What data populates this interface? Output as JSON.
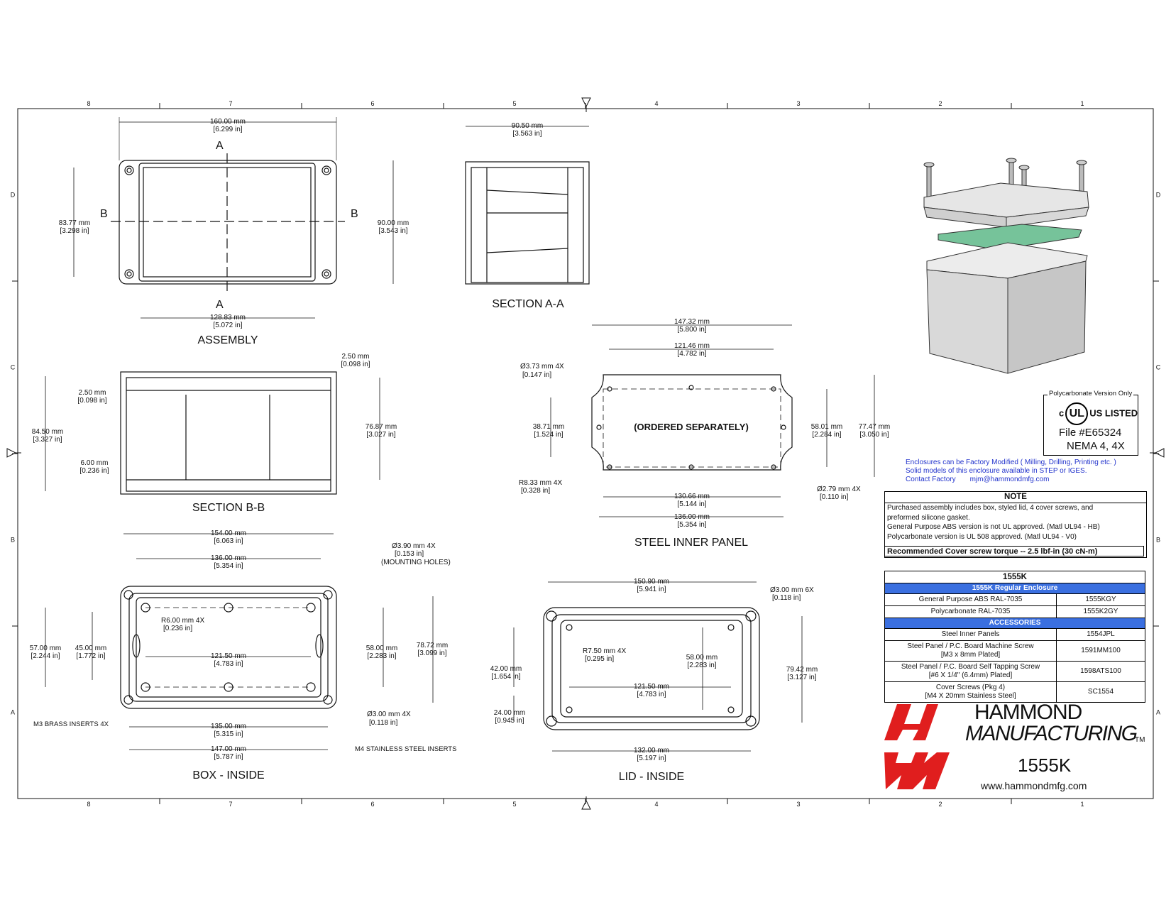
{
  "border": {
    "columns_top": [
      "8",
      "7",
      "6",
      "5",
      "4",
      "3",
      "2",
      "1"
    ],
    "columns_bottom": [
      "8",
      "7",
      "6",
      "5",
      "4",
      "3",
      "2",
      "1"
    ],
    "rows_left": [
      "D",
      "C",
      "B",
      "A"
    ],
    "rows_right": [
      "D",
      "C",
      "B",
      "A"
    ]
  },
  "views": {
    "assembly": {
      "title": "ASSEMBLY",
      "section_marks": [
        "A",
        "A",
        "B",
        "B"
      ],
      "dims": {
        "top_mm": "160.00 mm",
        "top_in": "[6.299 in]",
        "bottom_mm": "128.83 mm",
        "bottom_in": "[5.072 in]",
        "left_mm": "83.77 mm",
        "left_in": "[3.298 in]",
        "right_mm": "90.00 mm",
        "right_in": "[3.543 in]"
      }
    },
    "section_aa": {
      "title": "SECTION  A-A",
      "dims": {
        "top_mm": "90.50 mm",
        "top_in": "[3.563 in]"
      }
    },
    "section_bb": {
      "title": "SECTION  B-B",
      "dims": {
        "wall_mm": "2.50 mm",
        "wall_in": "[0.098 in]",
        "top_mm": "2.50 mm",
        "top_in": "[0.098 in]",
        "height_mm": "84.50 mm",
        "height_in": "[3.327 in]",
        "base_mm": "6.00 mm",
        "base_in": "[0.236 in]",
        "inner_mm": "76.87 mm",
        "inner_in": "[3.027 in]"
      }
    },
    "steel_panel": {
      "title": "STEEL INNER PANEL",
      "center_label": "(ORDERED SEPARATELY)",
      "dims": {
        "w1_mm": "147.32 mm",
        "w1_in": "[5.800 in]",
        "w2_mm": "121.46 mm",
        "w2_in": "[4.782 in]",
        "hole_mm": "Ø3.73 mm 4X",
        "hole_in": "[0.147 in]",
        "h1_mm": "38.71 mm",
        "h1_in": "[1.524 in]",
        "h2_mm": "58.01 mm",
        "h2_in": "[2.284 in]",
        "h3_mm": "77.47 mm",
        "h3_in": "[3.050 in]",
        "rad_mm": "R8.33 mm 4X",
        "rad_in": "[0.328 in]",
        "hole2_mm": "Ø2.79 mm 4X",
        "hole2_in": "[0.110 in]",
        "w3_mm": "130.66 mm",
        "w3_in": "[5.144 in]",
        "w4_mm": "136.00 mm",
        "w4_in": "[5.354 in]"
      }
    },
    "box_inside": {
      "title": "BOX - INSIDE",
      "dims": {
        "w1_mm": "154.00 mm",
        "w1_in": "[6.063 in]",
        "w2_mm": "136.00 mm",
        "w2_in": "[5.354 in]",
        "mnt_mm": "Ø3.90 mm 4X",
        "mnt_in": "[0.153 in]",
        "mnt_note": "(MOUNTING HOLES)",
        "rad_mm": "R6.00 mm 4X",
        "rad_in": "[0.236 in]",
        "h1_mm": "57.00 mm",
        "h1_in": "[2.244 in]",
        "h2_mm": "45.00 mm",
        "h2_in": "[1.772 in]",
        "w3_mm": "121.50 mm",
        "w3_in": "[4.783 in]",
        "h3_mm": "58.00 mm",
        "h3_in": "[2.283 in]",
        "h4_mm": "78.72 mm",
        "h4_in": "[3.099 in]",
        "hole_mm": "Ø3.00 mm 4X",
        "hole_in": "[0.118 in]",
        "brass": "M3 BRASS INSERTS 4X",
        "w4_mm": "135.00 mm",
        "w4_in": "[5.315 in]",
        "w5_mm": "147.00 mm",
        "w5_in": "[5.787 in]",
        "steel": "M4 STAINLESS STEEL INSERTS"
      }
    },
    "lid_inside": {
      "title": "LID - INSIDE",
      "dims": {
        "w1_mm": "150.90 mm",
        "w1_in": "[5.941 in]",
        "hole_mm": "Ø3.00 mm 6X",
        "hole_in": "[0.118 in]",
        "rad_mm": "R7.50 mm 4X",
        "rad_in": "[0.295 in]",
        "h1_mm": "42.00 mm",
        "h1_in": "[1.654 in]",
        "h2_mm": "58.00 mm",
        "h2_in": "[2.283 in]",
        "h3_mm": "79.42 mm",
        "h3_in": "[3.127 in]",
        "w2_mm": "121.50 mm",
        "w2_in": "[4.783 in]",
        "h4_mm": "24.00 mm",
        "h4_in": "[0.945 in]",
        "w3_mm": "132.00 mm",
        "w3_in": "[5.197 in]"
      }
    }
  },
  "ul": {
    "label": "Polycarbonate Version Only",
    "listed": "US LISTED",
    "c": "c",
    "ul": "UL",
    "file": "File #E65324",
    "nema": "NEMA 4, 4X"
  },
  "factory": {
    "line1": "Enclosures can be Factory Modified ( Milling, Drilling, Printing etc. )",
    "line2": "Solid models of this enclosure available in STEP or IGES.",
    "contact": "Contact Factory",
    "email": "mjm@hammondmfg.com",
    "color": "#2233cc"
  },
  "note": {
    "title": "NOTE",
    "lines": [
      "Purchased  assembly includes box, styled lid, 4 cover screws, and",
      "preformed silicone gasket.",
      "General Purpose ABS version is not UL approved. (Matl UL94 - HB)",
      "Polycarbonate version is UL 508 approved. (Matl UL94 - V0)"
    ],
    "torque": "Recommended Cover screw torque -- 2.5 lbf-in (30 cN-m)"
  },
  "parts_table": {
    "title": "1555K",
    "section1": "1555K Regular Enclosure",
    "rows1": [
      {
        "desc": "General Purpose ABS RAL-7035",
        "pn": "1555KGY"
      },
      {
        "desc": "Polycarbonate RAL-7035",
        "pn": "1555K2GY"
      }
    ],
    "section2": "ACCESSORIES",
    "rows2": [
      {
        "desc": "Steel Inner Panels",
        "desc2": "",
        "pn": "1554JPL"
      },
      {
        "desc": "Steel Panel / P.C. Board Machine Screw",
        "desc2": "[M3 x 8mm Plated]",
        "pn": "1591MM100"
      },
      {
        "desc": "Steel Panel / P.C. Board Self Tapping Screw",
        "desc2": "[#6 X 1/4\" (6.4mm) Plated]",
        "pn": "1598ATS100"
      },
      {
        "desc": "Cover Screws (Pkg 4)",
        "desc2": "[M4 X 20mm Stainless Steel]",
        "pn": "SC1554"
      }
    ],
    "band_color": "#3a6fe0"
  },
  "brand": {
    "name1": "HAMMOND",
    "name2": "MANUFACTURING",
    "tm": "TM",
    "model": "1555K",
    "website": "www.hammondmfg.com",
    "logo_color": "#e01e1e"
  }
}
